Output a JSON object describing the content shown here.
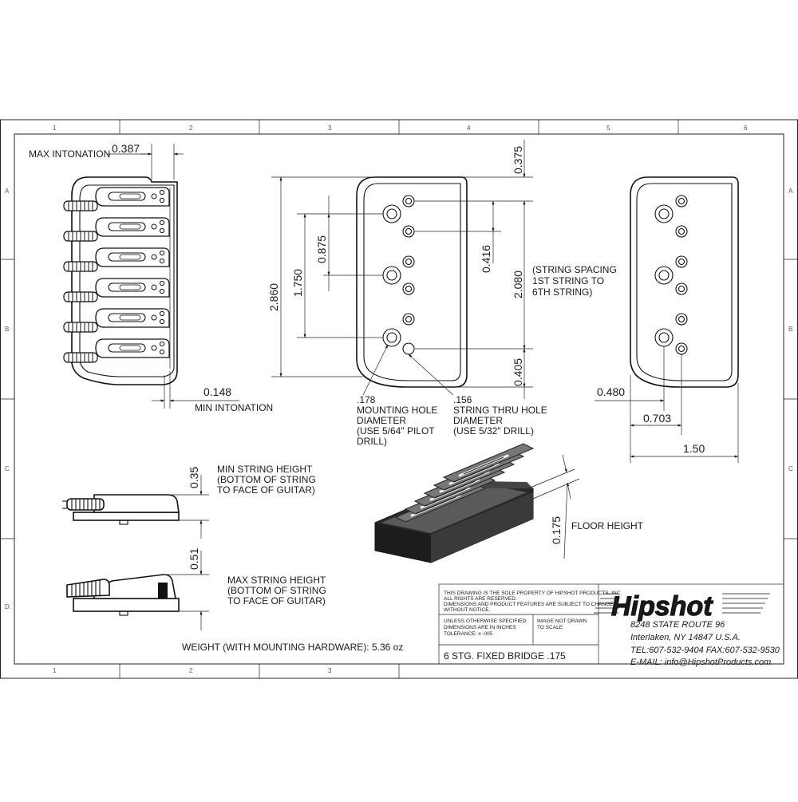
{
  "zones": {
    "columns_top": [
      "1",
      "2",
      "3",
      "4",
      "5",
      "6"
    ],
    "columns_bottom": [
      "1",
      "2",
      "3"
    ],
    "rows_left": [
      "A",
      "B",
      "C",
      "D"
    ],
    "rows_right": [
      "A",
      "B",
      "C"
    ]
  },
  "dims": {
    "max_intonation_label": "MAX INTONATION",
    "max_intonation": "0.387",
    "min_intonation": "0.148",
    "min_intonation_label": "MIN INTONATION",
    "length": "2.860",
    "hole_span": "1.750",
    "hole_pitch": "0.875",
    "top_offset": "0.375",
    "string_pitch": "0.416",
    "string_span": "2.080",
    "string_span_note": [
      "(STRING SPACING",
      "1ST STRING TO",
      "6TH STRING)"
    ],
    "bottom_offset": "0.405",
    "mount_hole": [
      ".178",
      "MOUNTING HOLE",
      "DIAMETER",
      "(USE 5/64\" PILOT",
      "DRILL)"
    ],
    "thru_hole": [
      ".156",
      "STRING THRU HOLE",
      "DIAMETER",
      "(USE 5/32\" DRILL)"
    ],
    "side_offset": "0.480",
    "row_offset": "0.703",
    "width": "1.50",
    "min_height": "0.35",
    "min_height_note": [
      "MIN STRING HEIGHT",
      "(BOTTOM OF STRING",
      "TO FACE OF GUITAR)"
    ],
    "max_height": "0.51",
    "max_height_note": [
      "MAX STRING HEIGHT",
      "(BOTTOM OF STRING",
      "TO FACE OF GUITAR)"
    ],
    "floor_height": "0.175",
    "floor_label": "FLOOR HEIGHT"
  },
  "weight": "WEIGHT (WITH MOUNTING HARDWARE): 5.36 oz",
  "title_block": {
    "notice": [
      "THIS DRAWING IS THE SOLE PROPERTY OF HIPSHOT PRODUCTS, INC.",
      "ALL RIGHTS ARE RESERVED.",
      "DIMENSIONS AND PRODUCT FEATURES ARE SUBJECT TO CHANGE",
      "WITHOUT NOTICE."
    ],
    "spec": [
      "UNLESS OTHERWISE SPECIFIED:",
      "DIMENSIONS ARE IN INCHES",
      "TOLERANCE: ± .005"
    ],
    "scale": [
      "IMAGE NOT DRAWN",
      "TO SCALE"
    ],
    "title": "6 STG. FIXED BRIDGE .175"
  },
  "company": {
    "logo": "Hipshot",
    "address": [
      "8248 STATE ROUTE 96",
      "Interlaken, NY 14847 U.S.A.",
      "TEL:607-532-9404 FAX:607-532-9530",
      "E-MAIL: info@HipshotProducts.com"
    ]
  }
}
